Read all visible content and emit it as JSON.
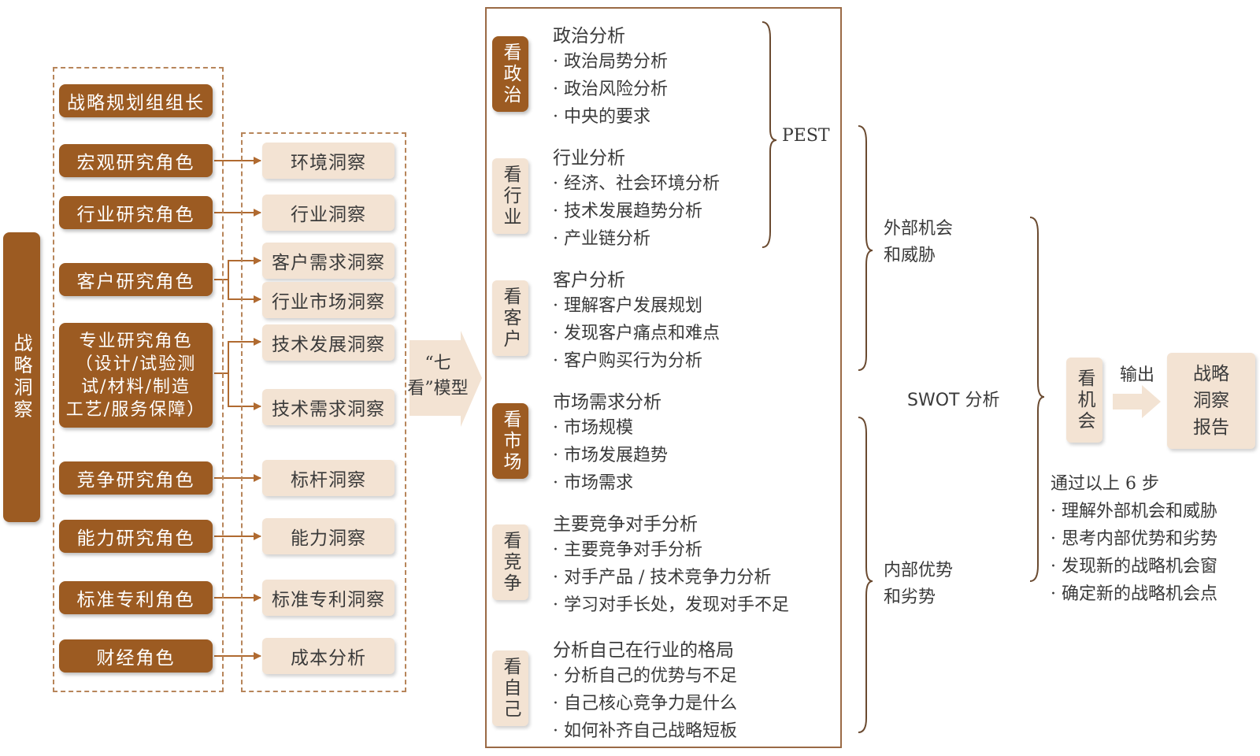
{
  "root_label": "战略洞察",
  "roles": [
    {
      "label": "战略规划组组长"
    },
    {
      "label": "宏观研究角色"
    },
    {
      "label": "行业研究角色"
    },
    {
      "label": "客户研究角色"
    },
    {
      "label": "专业研究角色",
      "sub": [
        "（设计/试验测",
        "试/材料/制造",
        "工艺/服务保障）"
      ]
    },
    {
      "label": "竞争研究角色"
    },
    {
      "label": "能力研究角色"
    },
    {
      "label": "标准专利角色"
    },
    {
      "label": "财经角色"
    }
  ],
  "insights": [
    "环境洞察",
    "行业洞察",
    "客户需求洞察",
    "行业市场洞察",
    "技术发展洞察",
    "技术需求洞察",
    "标杆洞察",
    "能力洞察",
    "标准专利洞察",
    "成本分析"
  ],
  "model_label": "“七看”模型",
  "sections": [
    {
      "tag": "看政治",
      "title": "政治分析",
      "items": [
        "政治局势分析",
        "政治风险分析",
        "中央的要求"
      ]
    },
    {
      "tag": "看行业",
      "title": "行业分析",
      "items": [
        "经济、社会环境分析",
        "技术发展趋势分析",
        "产业链分析"
      ]
    },
    {
      "tag": "看客户",
      "title": "客户分析",
      "items": [
        "理解客户发展规划",
        "发现客户痛点和难点",
        "客户购买行为分析"
      ]
    },
    {
      "tag": "看市场",
      "title": "市场需求分析",
      "items": [
        "市场规模",
        "市场发展趋势",
        "市场需求"
      ]
    },
    {
      "tag": "看竞争",
      "title": "主要竞争对手分析",
      "items": [
        "主要竞争对手分析",
        "对手产品 / 技术竞争力分析",
        "学习对手长处，发现对手不足"
      ]
    },
    {
      "tag": "看自己",
      "title": "分析自己在行业的格局",
      "items": [
        "分析自己的优势与不足",
        "自己核心竞争力是什么",
        "如何补齐自己战略短板"
      ]
    }
  ],
  "pest_label": "PEST",
  "external_label": [
    "外部机会",
    "和威胁"
  ],
  "internal_label": [
    "内部优势",
    "和劣势"
  ],
  "swot_label": "SWOT 分析",
  "opportunity_tag": "看机会",
  "output_label": "输出",
  "report_label": [
    "战略",
    "洞察",
    "报告"
  ],
  "summary": {
    "title": "通过以上 6 步",
    "items": [
      "理解外部机会和威胁",
      "思考内部优势和劣势",
      "发现新的战略机会窗",
      "确定新的战略机会点"
    ]
  },
  "colors": {
    "dark": "#9c5b22",
    "light": "#f3e3d3",
    "border": "#9a6a45"
  }
}
